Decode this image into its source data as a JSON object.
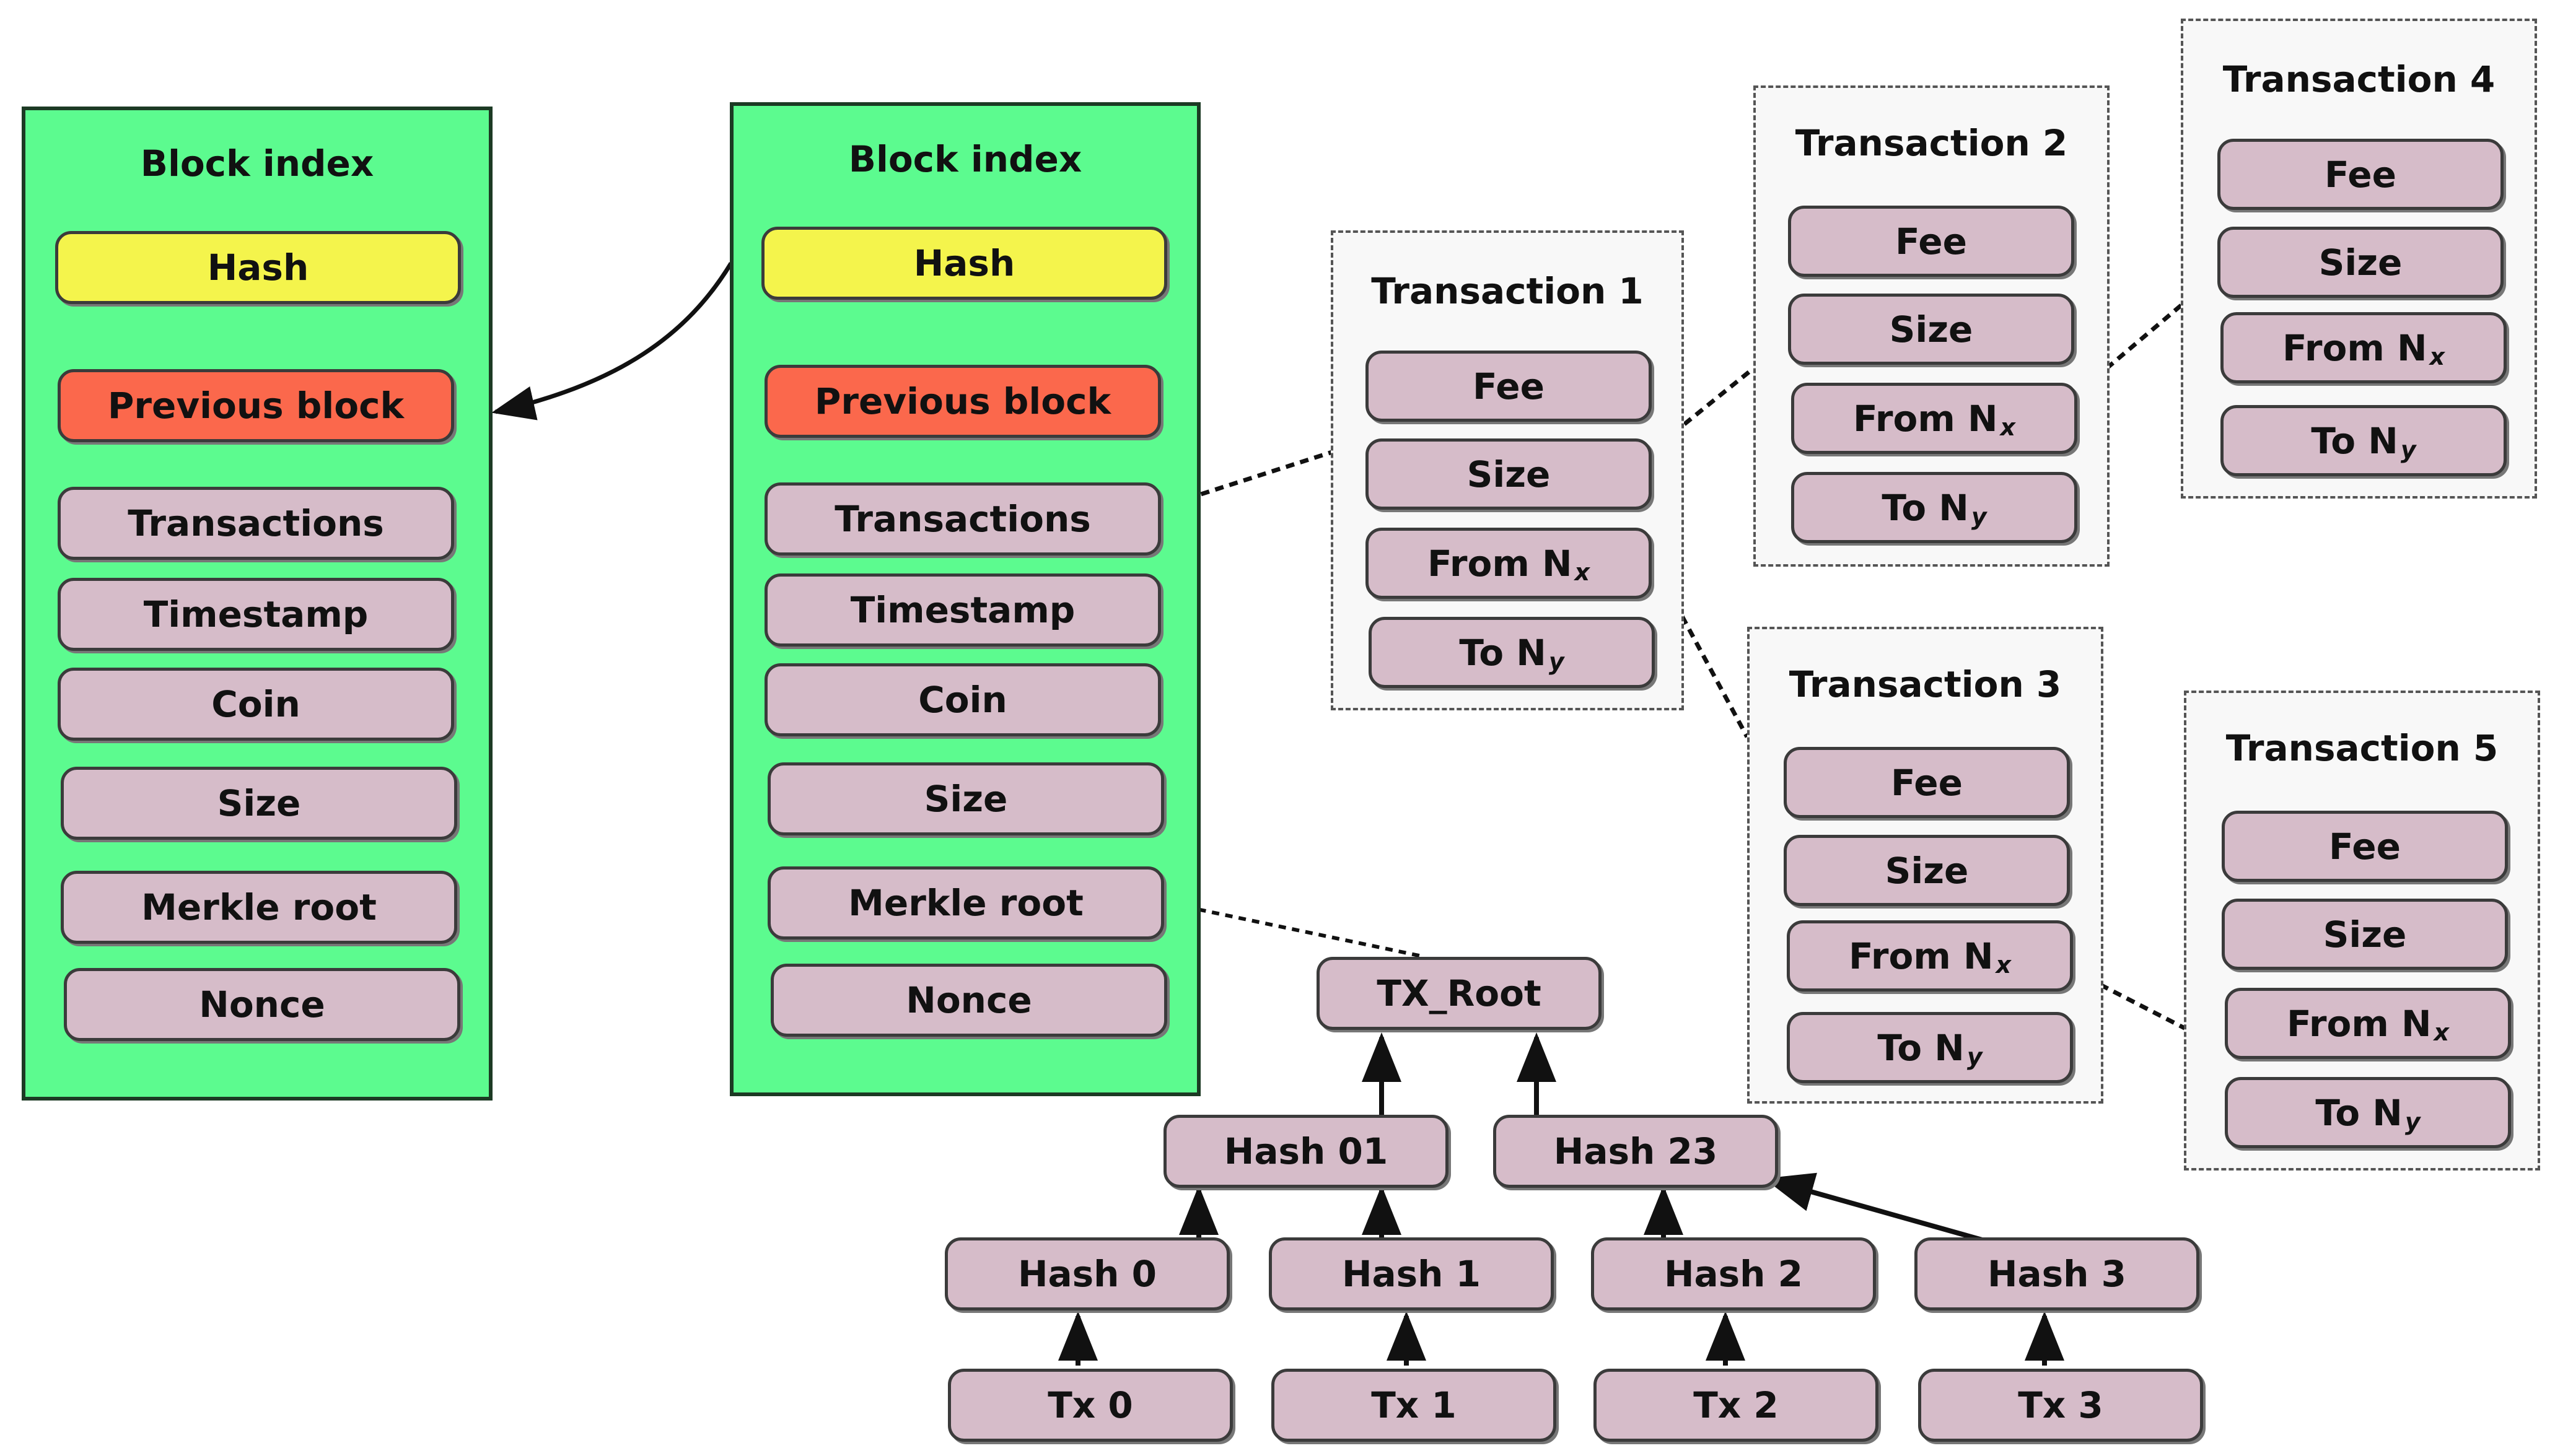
{
  "blocks": [
    {
      "title": "Block index",
      "fields": {
        "hash": "Hash",
        "previous_block": "Previous block",
        "transactions": "Transactions",
        "timestamp": "Timestamp",
        "coin": "Coin",
        "size": "Size",
        "merkle_root": "Merkle root",
        "nonce": "Nonce"
      }
    },
    {
      "title": "Block index",
      "fields": {
        "hash": "Hash",
        "previous_block": "Previous block",
        "transactions": "Transactions",
        "timestamp": "Timestamp",
        "coin": "Coin",
        "size": "Size",
        "merkle_root": "Merkle root",
        "nonce": "Nonce"
      }
    }
  ],
  "transactions": [
    {
      "title": "Transaction 1",
      "fee": "Fee",
      "size": "Size",
      "from": "From N",
      "from_sub": "x",
      "to": "To N",
      "to_sub": "y"
    },
    {
      "title": "Transaction 2",
      "fee": "Fee",
      "size": "Size",
      "from": "From N",
      "from_sub": "x",
      "to": "To N",
      "to_sub": "y"
    },
    {
      "title": "Transaction 3",
      "fee": "Fee",
      "size": "Size",
      "from": "From N",
      "from_sub": "x",
      "to": "To N",
      "to_sub": "y"
    },
    {
      "title": "Transaction 4",
      "fee": "Fee",
      "size": "Size",
      "from": "From N",
      "from_sub": "x",
      "to": "To N",
      "to_sub": "y"
    },
    {
      "title": "Transaction 5",
      "fee": "Fee",
      "size": "Size",
      "from": "From N",
      "from_sub": "x",
      "to": "To N",
      "to_sub": "y"
    }
  ],
  "merkle": {
    "root": "TX_Root",
    "level1": [
      "Hash 01",
      "Hash 23"
    ],
    "level2": [
      "Hash 0",
      "Hash 1",
      "Hash 2",
      "Hash 3"
    ],
    "leaves": [
      "Tx 0",
      "Tx 1",
      "Tx 2",
      "Tx 3"
    ]
  },
  "colors": {
    "block_bg": "#5cfb8f",
    "hash_field": "#f4f44c",
    "previous_block_field": "#fb684c",
    "field": "#d6bcc9"
  }
}
